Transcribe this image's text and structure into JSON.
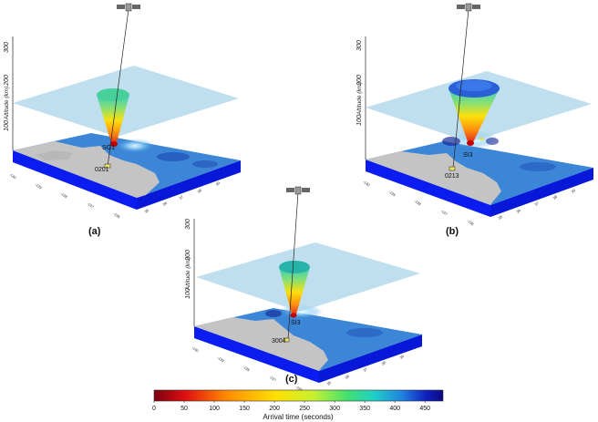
{
  "figure": {
    "axis_title": "Altitude (km)",
    "altitude_ticks": [
      "100",
      "200",
      "300"
    ],
    "panels": [
      {
        "label": "(a)",
        "satellite": "SG1",
        "station": "0201"
      },
      {
        "label": "(b)",
        "satellite": "SI3",
        "station": "0213"
      },
      {
        "label": "(c)",
        "satellite": "SI3",
        "station": "3004"
      }
    ],
    "colorbar": {
      "title": "Arrival time (seconds)",
      "ticks": [
        "0",
        "50",
        "100",
        "150",
        "200",
        "250",
        "300",
        "350",
        "400",
        "450"
      ],
      "range": [
        0,
        480
      ],
      "colors": [
        "#7a0010",
        "#e01010",
        "#ff8a00",
        "#ffe000",
        "#c8f030",
        "#40e070",
        "#20d0c8",
        "#2080e0",
        "#1020c0",
        "#0a0a80"
      ]
    },
    "colors": {
      "sea": "#3b86d6",
      "land": "#c4c4c4",
      "plane": "#a9d4ea",
      "base": "#0a1cf0"
    }
  }
}
